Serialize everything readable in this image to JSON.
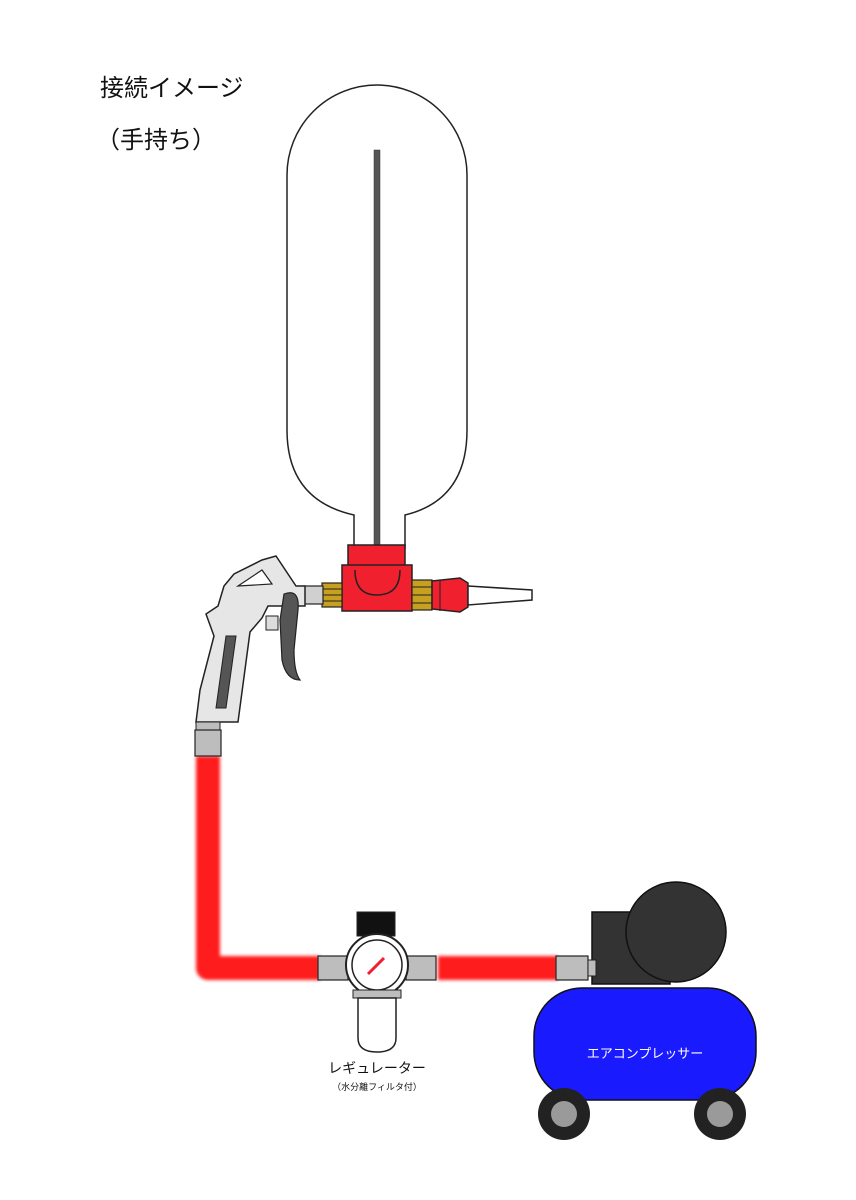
{
  "title": "接続イメージ",
  "subtitle": "（手持ち）",
  "labels": {
    "regulator": "レギュレーター",
    "regulator_note": "（水分離フィルタ付）",
    "compressor": "エアコンプレッサー"
  },
  "colors": {
    "hose": "#ff1a1a",
    "fitting_red": "#f0202e",
    "brass": "#c8a020",
    "compressor_body": "#1a1aff",
    "motor": "#333333",
    "steel": "#bdbdbd",
    "gun": "#e6e6e6"
  },
  "icons": {
    "tank": "bottle-tank",
    "gun": "air-blow-gun",
    "regulator": "pressure-regulator-gauge",
    "compressor": "air-compressor"
  }
}
